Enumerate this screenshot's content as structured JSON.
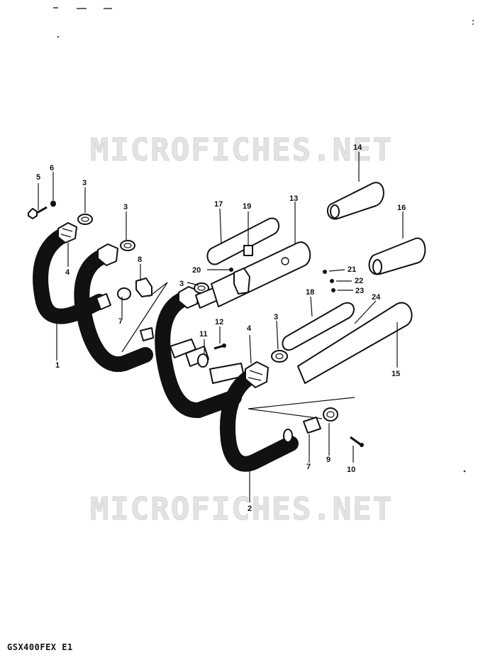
{
  "watermark": "MICROFICHES.NET",
  "model_code": "GSX400FEX E1",
  "callouts": [
    {
      "id": "c1",
      "label": "1"
    },
    {
      "id": "c2",
      "label": "2"
    },
    {
      "id": "c3a",
      "label": "3"
    },
    {
      "id": "c3b",
      "label": "3"
    },
    {
      "id": "c3c",
      "label": "3"
    },
    {
      "id": "c3d",
      "label": "3"
    },
    {
      "id": "c4a",
      "label": "4"
    },
    {
      "id": "c4b",
      "label": "4"
    },
    {
      "id": "c5",
      "label": "5"
    },
    {
      "id": "c6",
      "label": "6"
    },
    {
      "id": "c7a",
      "label": "7"
    },
    {
      "id": "c7b",
      "label": "7"
    },
    {
      "id": "c8",
      "label": "8"
    },
    {
      "id": "c9",
      "label": "9"
    },
    {
      "id": "c10",
      "label": "10"
    },
    {
      "id": "c11",
      "label": "11"
    },
    {
      "id": "c12",
      "label": "12"
    },
    {
      "id": "c13",
      "label": "13"
    },
    {
      "id": "c14",
      "label": "14"
    },
    {
      "id": "c15",
      "label": "15"
    },
    {
      "id": "c16",
      "label": "16"
    },
    {
      "id": "c17",
      "label": "17"
    },
    {
      "id": "c18",
      "label": "18"
    },
    {
      "id": "c19",
      "label": "19"
    },
    {
      "id": "c20",
      "label": "20"
    },
    {
      "id": "c21",
      "label": "21"
    },
    {
      "id": "c22",
      "label": "22"
    },
    {
      "id": "c23",
      "label": "23"
    },
    {
      "id": "c24",
      "label": "24"
    }
  ]
}
